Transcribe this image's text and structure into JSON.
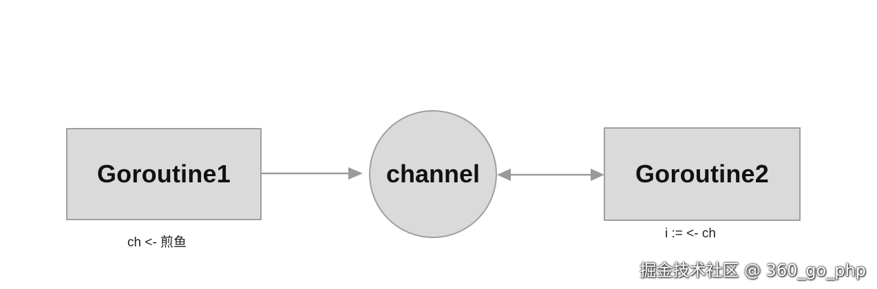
{
  "nodes": {
    "goroutine1": "Goroutine1",
    "channel": "channel",
    "goroutine2": "Goroutine2"
  },
  "edges": {
    "send_label": "ch <- 煎鱼",
    "receive_label": "i := <- ch"
  },
  "watermark": "掘金技术社区 @ 360_go_php",
  "colors": {
    "node_fill": "#dadada",
    "node_border": "#9e9e9e",
    "arrow": "#9a9a9a",
    "text": "#111111"
  }
}
